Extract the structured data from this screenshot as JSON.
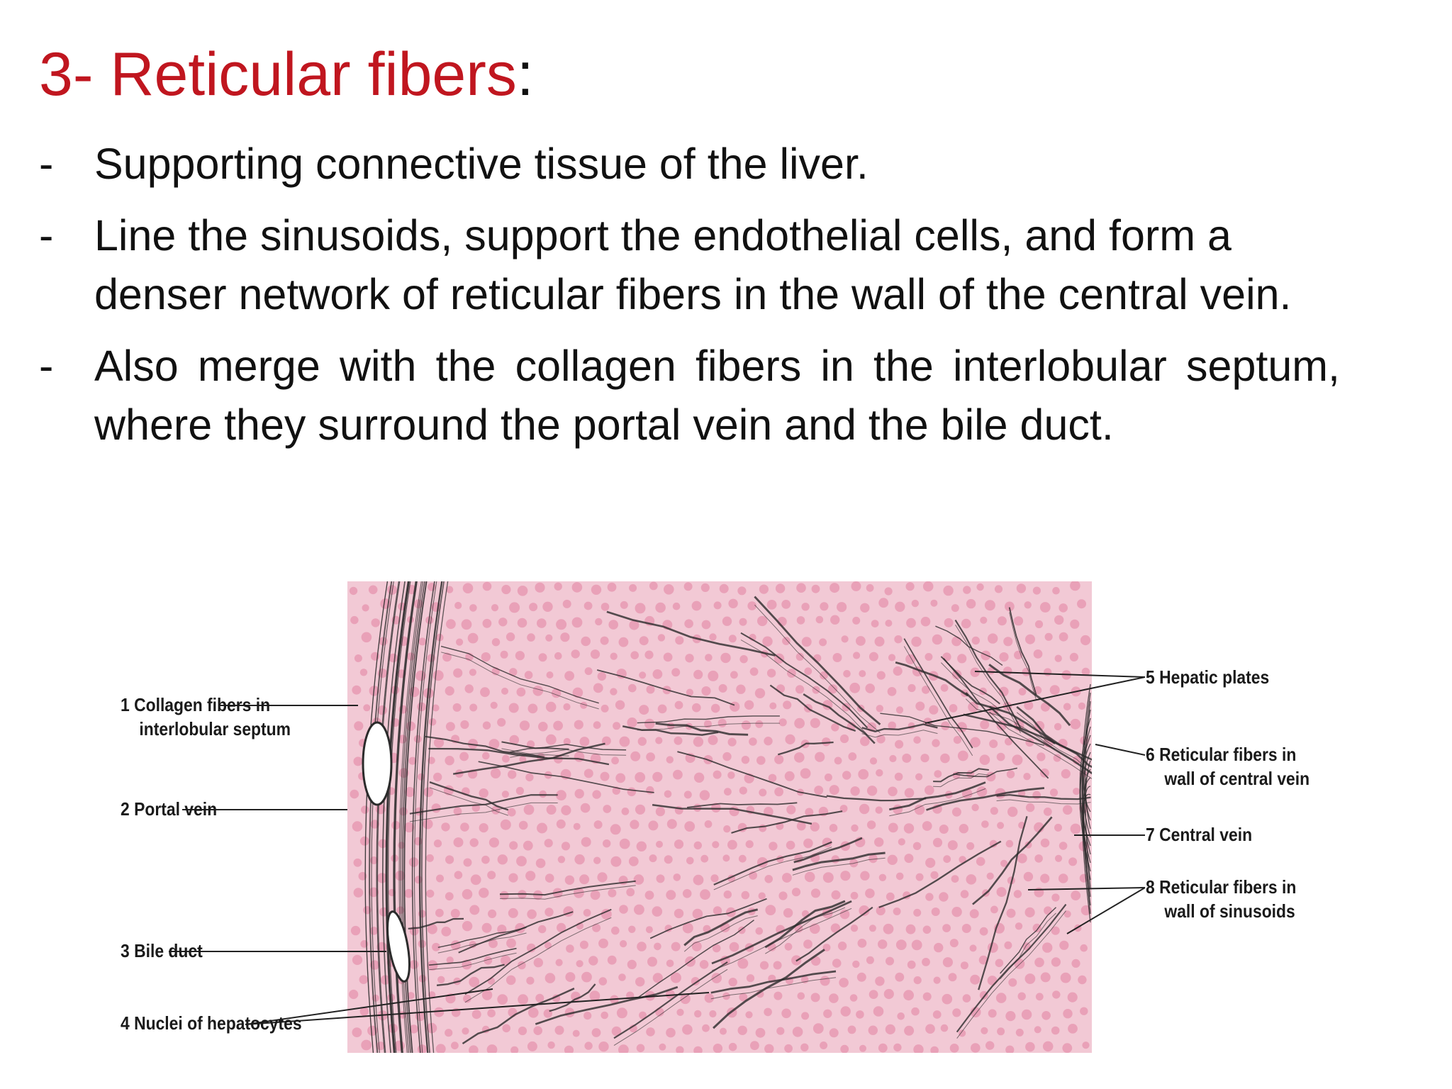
{
  "title": {
    "main": "3- Reticular fibers",
    "colon": ":"
  },
  "bullets": [
    {
      "dash": "-",
      "text": "Supporting connective tissue of the liver."
    },
    {
      "dash": "-",
      "text": "Line the sinusoids, support the endothelial cells, and form a denser network of reticular fibers in the wall of the central vein."
    },
    {
      "dash": "-",
      "text": "Also merge with the collagen fibers in the interlobular septum, where they surround the portal vein and the bile duct."
    }
  ],
  "figure": {
    "labels": {
      "l1": {
        "line1": "1 Collagen fibers in",
        "line2": "interlobular septum"
      },
      "l2": {
        "line1": "2 Portal vein"
      },
      "l3": {
        "line1": "3 Bile duct"
      },
      "l4": {
        "line1": "4 Nuclei of hepatocytes"
      },
      "l5": {
        "line1": "5 Hepatic plates"
      },
      "l6": {
        "line1": "6 Reticular fibers in",
        "line2": "wall of central vein"
      },
      "l7": {
        "line1": "7 Central vein"
      },
      "l8": {
        "line1": "8 Reticular fibers in",
        "line2": "wall of sinusoids"
      }
    },
    "colors": {
      "tissue_background": "#f2c9d5",
      "nucleus": "#e79ab3",
      "fiber": "#2b2b2b",
      "leader_line": "#222222"
    }
  }
}
